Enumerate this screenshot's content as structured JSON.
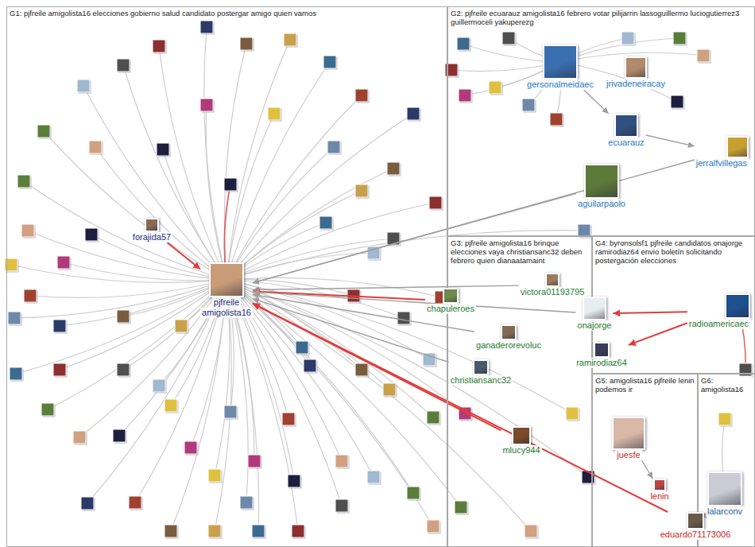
{
  "diagram": {
    "nodes": [
      {
        "text": [
          "G1: pjfreile amigolista16 elecciones gobierno salud candidato postergar amigo quien vamos"
        ]
      },
      {
        "text": [
          "pjfreile",
          "amigolista16"
        ],
        "in": 0
      },
      {
        "text": [
          "forajida57"
        ],
        "in": 0
      },
      {
        "text": [
          "G2: pjfreile ecuarauz amigolista16 febrero votar pilijarrin lassoguillermo luciogutierrez3 guillermoceli yakuperezg"
        ]
      },
      {
        "text": [
          "gersonalmeidaec"
        ],
        "in": 3
      },
      {
        "text": [
          "jrivadeneiracay"
        ],
        "in": 3
      },
      {
        "text": [
          "ecuarauz"
        ],
        "in": 3
      },
      {
        "text": [
          "jerralfvillegas"
        ],
        "in": 3
      },
      {
        "text": [
          "aguilarpaolo"
        ],
        "in": 3
      },
      {
        "text": [
          "G3: pjfreile amigolista16 brinque elecciones vaya christiansanc32 deben febrero quien dianaatamaint"
        ]
      },
      {
        "text": [
          "victora01193795"
        ],
        "in": 9
      },
      {
        "text": [
          "chapuleroes"
        ],
        "in": 9
      },
      {
        "text": [
          "ganaderorevoluc"
        ],
        "in": 9
      },
      {
        "text": [
          "christiansanc32"
        ],
        "in": 9
      },
      {
        "text": [
          "mlucy944"
        ],
        "in": 9
      },
      {
        "text": [
          "G4: byronsolsf1 pjfreile candidatos onajorge ramirodiaz64 envio boletín solicitando postergación elecciones"
        ]
      },
      {
        "text": [
          "onajorge"
        ],
        "in": 15
      },
      {
        "text": [
          "radioamericaec"
        ],
        "in": 15
      },
      {
        "text": [
          "ramirodiaz64"
        ],
        "in": 15
      },
      {
        "text": [
          "G5: amigolista16 pjfreile lenin podemos ir"
        ]
      },
      {
        "text": [
          "juesfe"
        ],
        "in": 19
      },
      {
        "text": [
          "lenin"
        ],
        "in": 19
      },
      {
        "text": [
          "eduardo71173006"
        ],
        "in": 19
      },
      {
        "text": [
          "G6: amigolista16"
        ]
      },
      {
        "text": [
          "lalarconv"
        ],
        "in": 23
      }
    ],
    "edges": [
      {
        "from": 2,
        "to": 1,
        "arrow": "to"
      },
      {
        "from": 4,
        "to": 6,
        "arrow": "to"
      },
      {
        "from": 6,
        "to": 7,
        "arrow": "to"
      },
      {
        "from": 8,
        "to": 1,
        "arrow": "to"
      },
      {
        "from": 7,
        "to": 1,
        "arrow": "to"
      },
      {
        "from": 10,
        "to": 1,
        "arrow": "to"
      },
      {
        "from": 11,
        "to": 1,
        "arrow": "to"
      },
      {
        "from": 12,
        "to": 1,
        "arrow": "to"
      },
      {
        "from": 13,
        "to": 1,
        "arrow": "to"
      },
      {
        "from": 14,
        "to": 1,
        "arrow": "to"
      },
      {
        "from": 17,
        "to": 16,
        "arrow": "to"
      },
      {
        "from": 17,
        "to": 18,
        "arrow": "to"
      },
      {
        "from": 16,
        "to": 1,
        "arrow": "to"
      },
      {
        "from": 20,
        "to": 21,
        "arrow": "to"
      },
      {
        "from": 24,
        "to": 22,
        "arrow": "to"
      },
      {
        "from": 22,
        "to": 1,
        "arrow": "to"
      }
    ]
  }
}
